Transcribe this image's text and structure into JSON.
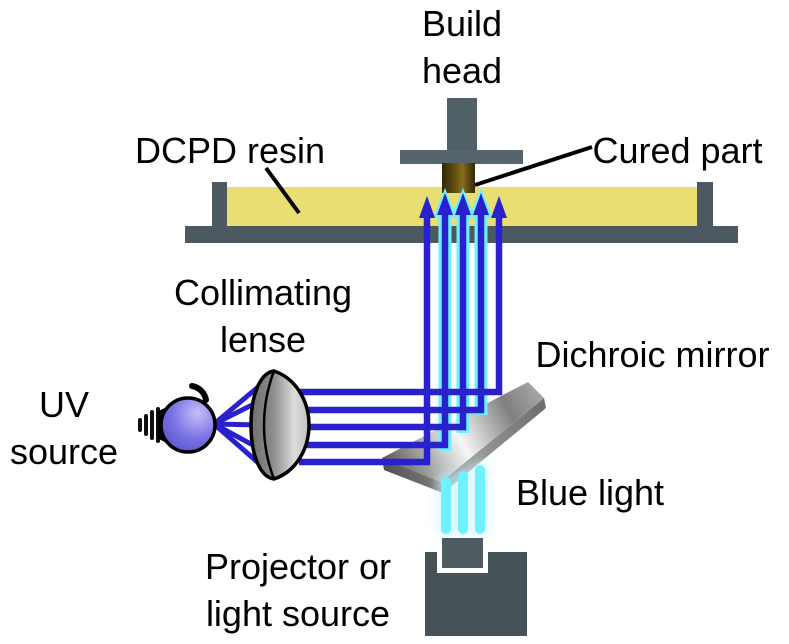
{
  "figure": {
    "type": "schematic-diagram",
    "subject": "Dual-wavelength DLP 3D printing setup with UV source and blue-light projector combined by a dichroic mirror"
  },
  "labels": {
    "build_head": {
      "lines": [
        "Build",
        "head"
      ]
    },
    "dcpd_resin": {
      "lines": [
        "DCPD resin"
      ]
    },
    "cured_part": {
      "lines": [
        "Cured part"
      ]
    },
    "collimating_lens": {
      "lines": [
        "Collimating",
        "lense"
      ]
    },
    "uv_source": {
      "lines": [
        "UV",
        "source"
      ]
    },
    "dichroic_mirror": {
      "lines": [
        "Dichroic mirror"
      ]
    },
    "blue_light": {
      "lines": [
        "Blue light"
      ]
    },
    "projector": {
      "lines": [
        "Projector or",
        "light source"
      ]
    }
  },
  "colors": {
    "text": "#000000",
    "uv_ray_blue": "#2921CE",
    "blue_light_cyan": "#6FF2FF",
    "blue_light_glow": "#C9F6FF",
    "resin_yellow": "#E9DE72",
    "vat_frame_gray": "#4C5960",
    "build_head_gray": "#55636B",
    "cured_part_brown": "#6B5513",
    "bulb_purple": "#5B54D6",
    "lens_gray": "#9A9A9A",
    "mirror_gray": "#8A8A8A",
    "projector_gray": "#455258",
    "background": "#FFFFFF"
  }
}
